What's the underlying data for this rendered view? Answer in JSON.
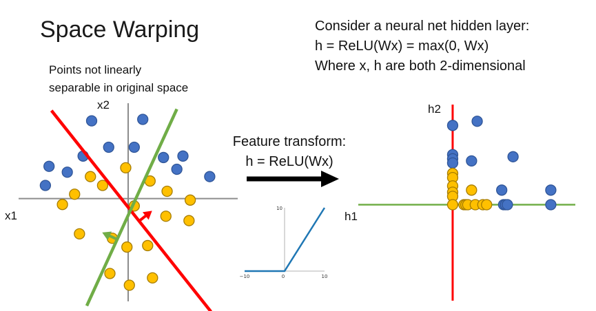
{
  "slide": {
    "title": "Space Warping",
    "subtitle_lines": [
      "Points not linearly",
      "separable in original space"
    ],
    "description_lines": [
      "Consider a neural net hidden layer:",
      "h = ReLU(Wx) = max(0, Wx)",
      "Where x, h are both 2-dimensional"
    ],
    "transform_lines": [
      "Feature transform:",
      "h = ReLU(Wx)"
    ]
  },
  "colors": {
    "blue_point": "#4472c4",
    "blue_point_stroke": "#2f5597",
    "yellow_point": "#ffc000",
    "yellow_point_stroke": "#a67c00",
    "red_line": "#ff0000",
    "green_line": "#70ad47",
    "axis": "#8c8c8c",
    "relu_line": "#1f77b4",
    "arrow": "#000000"
  },
  "chart_data": [
    {
      "name": "original-space",
      "type": "scatter",
      "xlabel": "x1",
      "ylabel": "x2",
      "xlim": [
        -9,
        9
      ],
      "ylim": [
        -7,
        6.5
      ],
      "series": [
        {
          "name": "blue",
          "points": [
            [
              -3,
              5.3
            ],
            [
              1.2,
              5.4
            ],
            [
              -1.6,
              3.5
            ],
            [
              0.5,
              3.5
            ],
            [
              -3.7,
              2.9
            ],
            [
              2.9,
              2.8
            ],
            [
              4.5,
              2.9
            ],
            [
              -6.5,
              2.2
            ],
            [
              -5,
              1.8
            ],
            [
              4,
              2
            ],
            [
              6.7,
              1.5
            ],
            [
              -6.8,
              0.9
            ]
          ]
        },
        {
          "name": "yellow",
          "points": [
            [
              -0.2,
              2.1
            ],
            [
              -3.1,
              1.5
            ],
            [
              1.8,
              1.2
            ],
            [
              -2.1,
              0.9
            ],
            [
              -4.4,
              0.3
            ],
            [
              3.2,
              0.5
            ],
            [
              5.1,
              -0.1
            ],
            [
              -5.4,
              -0.4
            ],
            [
              0.5,
              -0.5
            ],
            [
              3.1,
              -1.2
            ],
            [
              5,
              -1.5
            ],
            [
              -4,
              -2.4
            ],
            [
              -1.3,
              -2.7
            ],
            [
              -0.1,
              -3.3
            ],
            [
              1.6,
              -3.2
            ],
            [
              -1.5,
              -5.1
            ],
            [
              0.1,
              -5.9
            ],
            [
              2,
              -5.4
            ]
          ]
        }
      ],
      "lines": [
        {
          "name": "red-boundary",
          "from": [
            -6.3,
            6
          ],
          "to": [
            6.8,
            -7.7
          ],
          "normal_arrow": "toward +x1,+x2"
        },
        {
          "name": "green-boundary",
          "from": [
            4,
            6.1
          ],
          "to": [
            -3.4,
            -7.3
          ],
          "normal_arrow": "toward -x1,+x2"
        }
      ]
    },
    {
      "name": "relu-plot",
      "type": "line",
      "x": [
        -10,
        0,
        10
      ],
      "y": [
        0,
        0,
        10
      ],
      "xticks": [
        "-10",
        "0",
        "10"
      ],
      "yticks": [
        "10"
      ],
      "xlim": [
        -10,
        10
      ],
      "ylim": [
        0,
        10
      ]
    },
    {
      "name": "transformed-space",
      "type": "scatter",
      "xlabel": "h1",
      "ylabel": "h2",
      "xlim": [
        -5,
        6.5
      ],
      "ylim": [
        -4.6,
        4.8
      ],
      "series": [
        {
          "name": "blue",
          "points": [
            [
              0,
              3.8
            ],
            [
              1.3,
              4
            ],
            [
              0,
              2.4
            ],
            [
              0,
              2.2
            ],
            [
              0,
              2
            ],
            [
              1,
              2.1
            ],
            [
              3.2,
              2.3
            ],
            [
              2.6,
              0.7
            ],
            [
              5.2,
              0.7
            ],
            [
              2.7,
              0
            ],
            [
              2.8,
              0
            ],
            [
              2.9,
              0
            ],
            [
              5.2,
              0
            ]
          ]
        },
        {
          "name": "yellow",
          "points": [
            [
              0,
              1.5
            ],
            [
              0,
              1.3
            ],
            [
              0,
              0.9
            ],
            [
              0,
              0.6
            ],
            [
              0,
              0.4
            ],
            [
              0,
              0
            ],
            [
              1,
              0.7
            ],
            [
              0.6,
              0
            ],
            [
              0.7,
              0
            ],
            [
              0.8,
              0
            ],
            [
              1.2,
              0
            ],
            [
              1.6,
              0
            ],
            [
              1.8,
              0
            ]
          ]
        }
      ],
      "lines": [
        {
          "name": "green-axis-line",
          "from": [
            -5,
            0
          ],
          "to": [
            6.5,
            0
          ]
        },
        {
          "name": "red-axis-line",
          "from": [
            0,
            -4.6
          ],
          "to": [
            0,
            4.8
          ]
        }
      ]
    }
  ]
}
